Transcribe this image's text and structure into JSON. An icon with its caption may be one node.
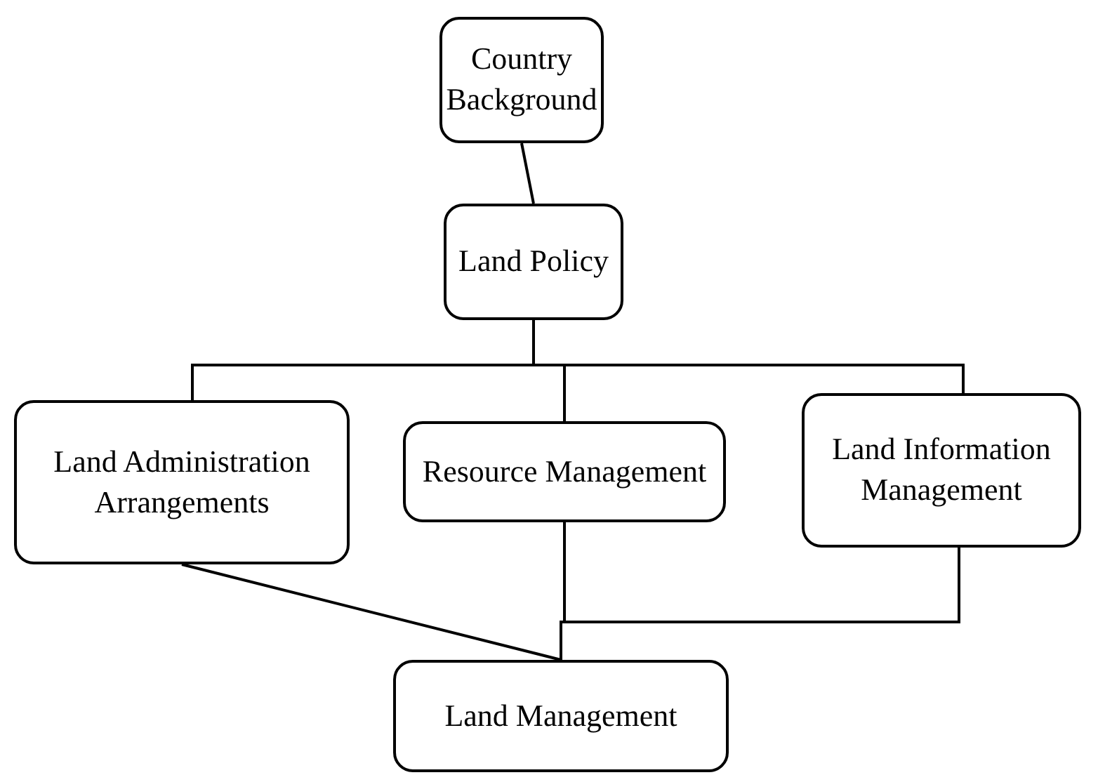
{
  "diagram": {
    "nodes": [
      {
        "text": [
          "Country Background"
        ]
      },
      {
        "text": [
          "Land Policy"
        ]
      },
      {
        "text": [
          "Land Administration Arrangements"
        ]
      },
      {
        "text": [
          "Resource Management"
        ]
      },
      {
        "text": [
          "Land Information Management"
        ]
      },
      {
        "text": [
          "Land Management"
        ]
      }
    ],
    "edges": [
      {
        "from": 0,
        "to": 1,
        "arrow": "none"
      },
      {
        "from": 1,
        "to": 2,
        "arrow": "none"
      },
      {
        "from": 1,
        "to": 3,
        "arrow": "none"
      },
      {
        "from": 1,
        "to": 4,
        "arrow": "none"
      },
      {
        "from": 2,
        "to": 5,
        "arrow": "none"
      },
      {
        "from": 3,
        "to": 5,
        "arrow": "none"
      },
      {
        "from": 4,
        "to": 5,
        "arrow": "none"
      }
    ]
  }
}
